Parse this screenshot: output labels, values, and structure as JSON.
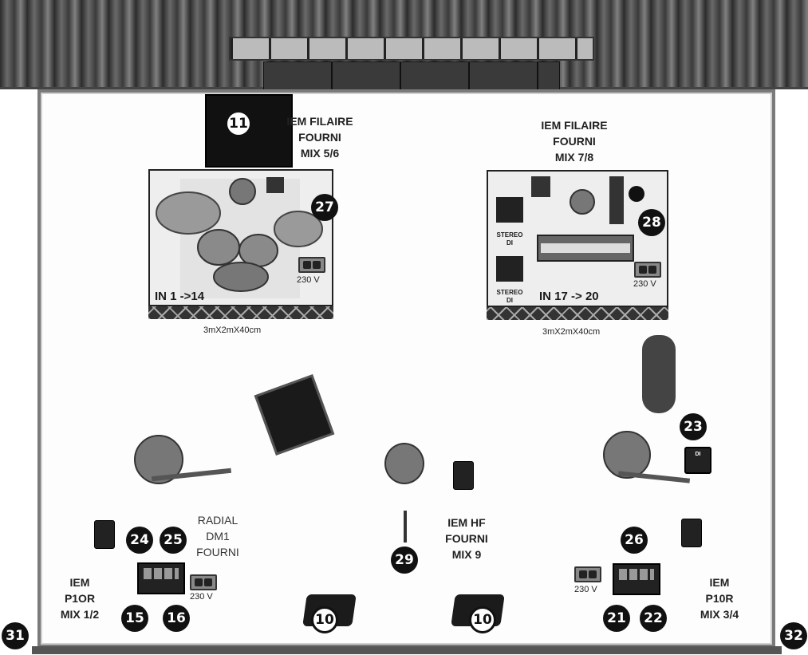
{
  "drum_riser": {
    "iem_label": [
      "IEM FILAIRE",
      "FOURNI",
      "MIX 5/6"
    ],
    "inputs": "IN 1 ->14",
    "voltage": "230 V",
    "size": "3mX2mX40cm",
    "amp_number": "11",
    "mic_number": "27"
  },
  "keys_riser": {
    "iem_label": [
      "IEM FILAIRE",
      "FOURNI",
      "MIX 7/8"
    ],
    "inputs": "IN 17 -> 20",
    "voltage": "230 V",
    "size": "3mX2mX40cm",
    "mic_number": "28",
    "stereo_di_label_1": "STEREO",
    "stereo_di_label_2": "DI"
  },
  "left_guitar": {
    "radial_label": [
      "RADIAL",
      "DM1",
      "FOURNI"
    ],
    "iem_label": [
      "IEM",
      "P1OR",
      "MIX 1/2"
    ],
    "voltage": "230 V",
    "numbers": [
      "24",
      "25",
      "15",
      "16"
    ]
  },
  "center": {
    "iem_label": [
      "IEM HF",
      "FOURNI",
      "MIX 9"
    ],
    "mic_number": "29"
  },
  "right_guitar": {
    "iem_label": [
      "IEM",
      "P10R",
      "MIX 3/4"
    ],
    "voltage": "230 V",
    "numbers": [
      "23",
      "26",
      "21",
      "22"
    ],
    "di_label": "DI"
  },
  "wedges": [
    "10",
    "10"
  ],
  "corners": [
    "31",
    "32"
  ],
  "colors": {
    "badge": "#111111",
    "stage_border": "#7a7a7a"
  }
}
